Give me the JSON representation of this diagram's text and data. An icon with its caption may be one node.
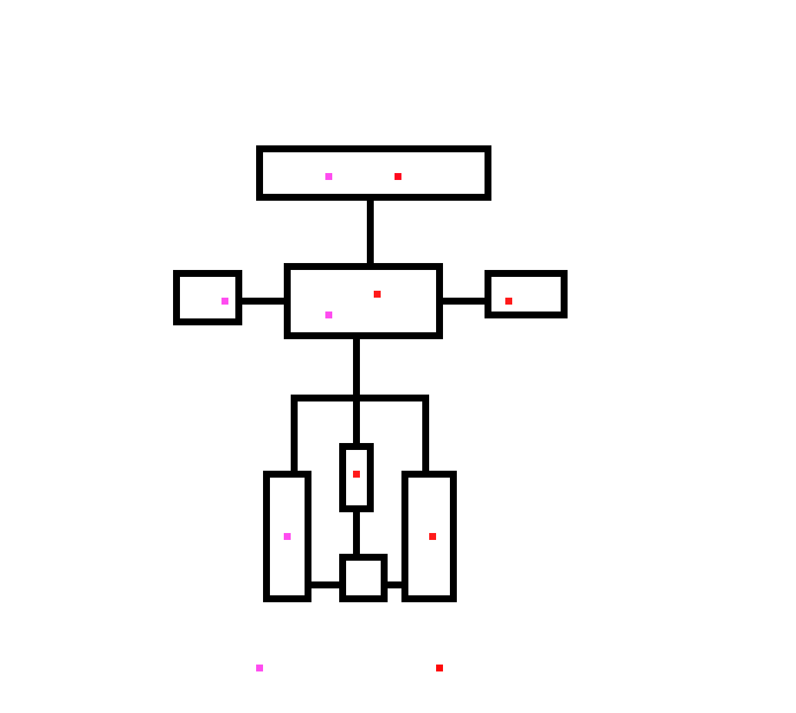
{
  "diagram": {
    "nodes": [
      {
        "text": [],
        "shape": "box"
      },
      {
        "text": [],
        "shape": "box"
      },
      {
        "text": [],
        "shape": "box"
      },
      {
        "text": [],
        "shape": "box"
      },
      {
        "text": [],
        "shape": "box"
      },
      {
        "text": [],
        "shape": "box"
      },
      {
        "text": [],
        "shape": "box"
      },
      {
        "text": [],
        "shape": "box"
      }
    ],
    "edges": [
      {
        "from": 0,
        "to": 2,
        "arrow": "none"
      },
      {
        "from": 1,
        "to": 2,
        "arrow": "none"
      },
      {
        "from": 2,
        "to": 3,
        "arrow": "none"
      },
      {
        "from": 2,
        "to": 4,
        "arrow": "none"
      },
      {
        "from": 2,
        "to": 5,
        "arrow": "none"
      },
      {
        "from": 2,
        "to": 6,
        "arrow": "none"
      },
      {
        "from": 5,
        "to": 7,
        "arrow": "none"
      },
      {
        "from": 4,
        "to": 7,
        "arrow": "none"
      },
      {
        "from": 7,
        "to": 6,
        "arrow": "none"
      }
    ]
  }
}
